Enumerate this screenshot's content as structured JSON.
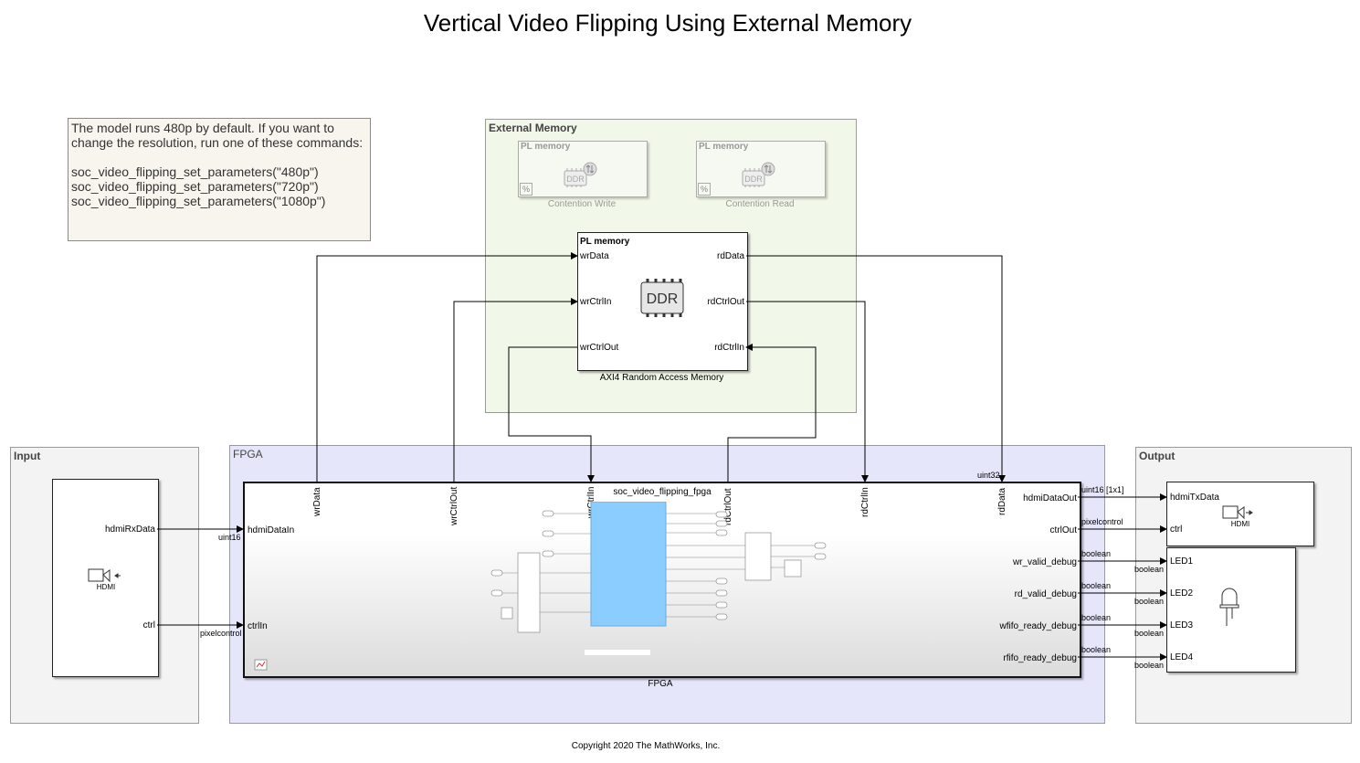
{
  "title": "Vertical Video Flipping Using External Memory",
  "note": {
    "lines": [
      "The model runs 480p by default. If you want to",
      "change the resolution, run one of these commands:",
      "",
      "soc_video_flipping_set_parameters(\"480p\")",
      "soc_video_flipping_set_parameters(\"720p\")",
      "soc_video_flipping_set_parameters(\"1080p\")"
    ]
  },
  "external_memory": {
    "label": "External Memory",
    "contention_write": {
      "header": "PL memory",
      "caption": "Contention Write",
      "chip": "DDR"
    },
    "contention_read": {
      "header": "PL memory",
      "caption": "Contention Read",
      "chip": "DDR"
    },
    "pl_memory": {
      "header": "PL memory",
      "chip": "DDR",
      "caption": "AXI4 Random Access Memory",
      "left_ports": [
        "wrData",
        "wrCtrlIn",
        "wrCtrlOut"
      ],
      "right_ports": [
        "rdData",
        "rdCtrlOut",
        "rdCtrlIn"
      ]
    }
  },
  "input": {
    "label": "Input",
    "hdmi_block": {
      "ports": [
        "hdmiRxData",
        "ctrl"
      ],
      "icon_label": "HDMI"
    }
  },
  "fpga": {
    "label": "FPGA",
    "block_caption": "FPGA",
    "subsystem_name": "soc_video_flipping_fpga",
    "left_ports": [
      "hdmiDataIn",
      "ctrlIn"
    ],
    "top_ports": [
      "wrData",
      "wrCtrlOut",
      "wrCtrlIn",
      "rdCtrlOut",
      "rdCtrlIn",
      "rdData"
    ],
    "right_ports": [
      "hdmiDataOut",
      "ctrlOut",
      "wr_valid_debug",
      "rd_valid_debug",
      "wfifo_ready_debug",
      "rfifo_ready_debug"
    ]
  },
  "output": {
    "label": "Output",
    "hdmi_block": {
      "ports": [
        "hdmiTxData",
        "ctrl"
      ],
      "icon_label": "HDMI"
    },
    "led_block": {
      "ports": [
        "LED1",
        "LED2",
        "LED3",
        "LED4"
      ]
    }
  },
  "signals": {
    "in_data_type": "uint16",
    "in_ctrl_type": "pixelcontrol",
    "rd_data_type": "uint32",
    "out_data_type": "uint16 [1x1]",
    "out_ctrl_type": "pixelcontrol",
    "bool": "boolean"
  },
  "copyright": "Copyright 2020 The MathWorks, Inc.",
  "colors": {
    "ext_mem_bg": "#f1f7e9",
    "fpga_bg": "#e6e6fb",
    "io_bg": "#f3f3f3",
    "note_bg": "#f8f5ef",
    "subsystem_blue": "#8ccdff"
  }
}
